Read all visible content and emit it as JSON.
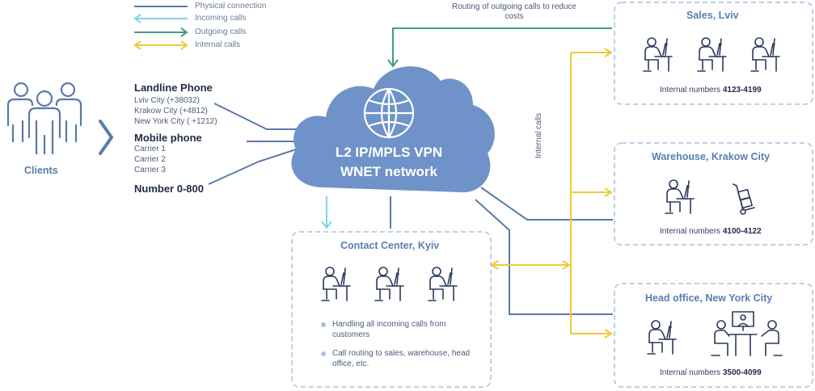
{
  "legend": [
    {
      "label": "Physical connection",
      "color": "#5b7aa8"
    },
    {
      "label": "Incoming calls",
      "color": "#7fd5ea"
    },
    {
      "label": "Outgoing calls",
      "color": "#3e9f86"
    },
    {
      "label": "Internal calls",
      "color": "#f0c93a"
    }
  ],
  "clients_label": "Clients",
  "sources": {
    "landline_title": "Landline Phone",
    "landline_lines": [
      "Lviv City (+38032)",
      "Krakow City (+4812)",
      "New York City ( +1212)"
    ],
    "mobile_title": "Mobile phone",
    "mobile_lines": [
      "Carrier 1",
      "Carrier 2",
      "Carrier 3"
    ],
    "number_title": "Number 0-800"
  },
  "cloud": {
    "line1": "L2 IP/MPLS VPN",
    "line2": "WNET network"
  },
  "annotations": {
    "outgoing_routing": "Routing of outgoing  calls to reduce costs",
    "internal_calls": "Internal calls"
  },
  "contact_center": {
    "title": "Contact Center, Kyiv",
    "bullets": [
      "Handling all incoming calls from customers",
      "Call routing to sales, warehouse, head office, etc."
    ]
  },
  "sales": {
    "title": "Sales, Lviv",
    "numbers_label": "Internal numbers ",
    "numbers_value": "4123-4199"
  },
  "warehouse": {
    "title": "Warehouse, Krakow City",
    "numbers_label": "Internal numbers ",
    "numbers_value": "4100-4122"
  },
  "head_office": {
    "title": "Head office, New York City",
    "numbers_label": "Internal numbers ",
    "numbers_value": "3500-4099"
  },
  "icons": [
    "people-group-icon",
    "chevron-right-icon",
    "globe-icon",
    "office-worker-icon",
    "hand-truck-icon",
    "meeting-room-icon"
  ],
  "colors": {
    "physical": "#5b7aa8",
    "incoming": "#7fd5ea",
    "outgoing": "#3e9f86",
    "internal": "#f0c93a",
    "cloud": "#6f93c8",
    "box_border": "#a8c2e6",
    "box_title": "#5a7db3"
  }
}
